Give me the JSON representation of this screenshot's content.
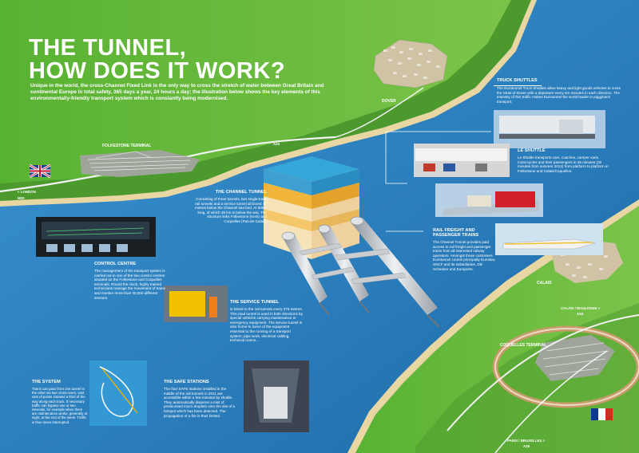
{
  "title": {
    "line1": "THE TUNNEL,",
    "line2": "HOW DOES IT WORK?"
  },
  "intro": "Unique in the world, the cross-Channel Fixed Link is the only way to cross the stretch of water between Great Britain and continental Europe in total safety, 365 days a year, 24 hours a day; the illustration below shows the key elements of this environmentally-friendly transport system which is constantly being modernised.",
  "map_labels": {
    "folkestone_terminal": "FOLKESTONE TERMINAL",
    "dover": "DOVER",
    "calais": "CALAIS",
    "coquelles_terminal": "COQUELLES TERMINAL",
    "london": "< LONDON",
    "m20": "M20",
    "a20": "A20",
    "calais_boulogne": "CALAIS / BOULOGNE >",
    "a16": "A16",
    "paris": "PARIS / BRUXELLES >",
    "a26": "A26"
  },
  "sections": {
    "truck_shuttles": {
      "heading": "TRUCK SHUTTLES",
      "text": "The Eurotunnel Truck Shuttles allow heavy and light goods vehicles to cross the Strait of Dover with a departure every ten minutes in each direction. The intensity of this traffic makes Eurotunnel the world leader in piggyback transport."
    },
    "le_shuttle": {
      "heading": "LE SHUTTLE",
      "text": "Le Shuttle transports cars, coaches, camper vans, motorcycles and their passengers in 35 minutes (30 minutes from summer 2012) from platform to platform in Folkestone and Calais/Coquelles."
    },
    "rail_freight": {
      "heading1": "RAIL FREIGHT AND",
      "heading2": "PASSENGER TRAINS",
      "text": "The Channel Tunnel provides paid access to rail freight and passenger trains from all interested railway operators. Amongst those customers Eurotunnel counts principally Eurostar, SNCF and its subsidiaries, DB Schenker and Europorte."
    },
    "channel_tunnel": {
      "heading": "THE CHANNEL TUNNEL",
      "text": "Consisting of three tunnels, two single-track rail tunnels and a service tunnel all bored 40 metres below the Channel sea bed. At 50km long, of which 38 km is below the sea. The structure links Folkestone (Kent) and Coquelles (Pas-de-Calais)"
    },
    "control_centre": {
      "heading": "CONTROL CENTRE",
      "text": "The management of the transport system is carried out in one of the two control centres situated on the Folkestone and Coquelles terminals. Round the clock, highly trained technicians manage the movement of trains and monitor more than 20,000 different sensors."
    },
    "service_tunnel": {
      "heading": "THE SERVICE TUNNEL",
      "text": "is linked to the rail tunnels every 375 metres. This road tunnel is used in both directions by special vehicles carrying maintenance or emergency equipment. The service tunnel is also home to some of the equipment essential to the running of a transport system; pipe work, electrical cabling, technical rooms..."
    },
    "the_system": {
      "heading": "THE SYSTEM",
      "text": "Trains can pass from one tunnel to the other via two cross-overs, vast sets of points situated a third of the way along each track. If necessary traffic can bypass one or two intervals, for example when there are maintenance works, generally at night, at the end of the week. Traffic is thus never interrupted."
    },
    "safe_stations": {
      "heading": "THE SAFE STATIONS",
      "text": "The four SAFE stations installed in the middle of the rail tunnels in 2011 are accessible within a few minutes by shuttle. They automatically disperse a mist of pressurised micro droplets onto the site of a hotspot which has been detected. The propagation of a fire is thus limited."
    }
  },
  "colors": {
    "sea": "#2a7fbf",
    "land": "#6cbf3e",
    "land_dark": "#4c9a2e",
    "tunnel": "#c9ccd0"
  }
}
